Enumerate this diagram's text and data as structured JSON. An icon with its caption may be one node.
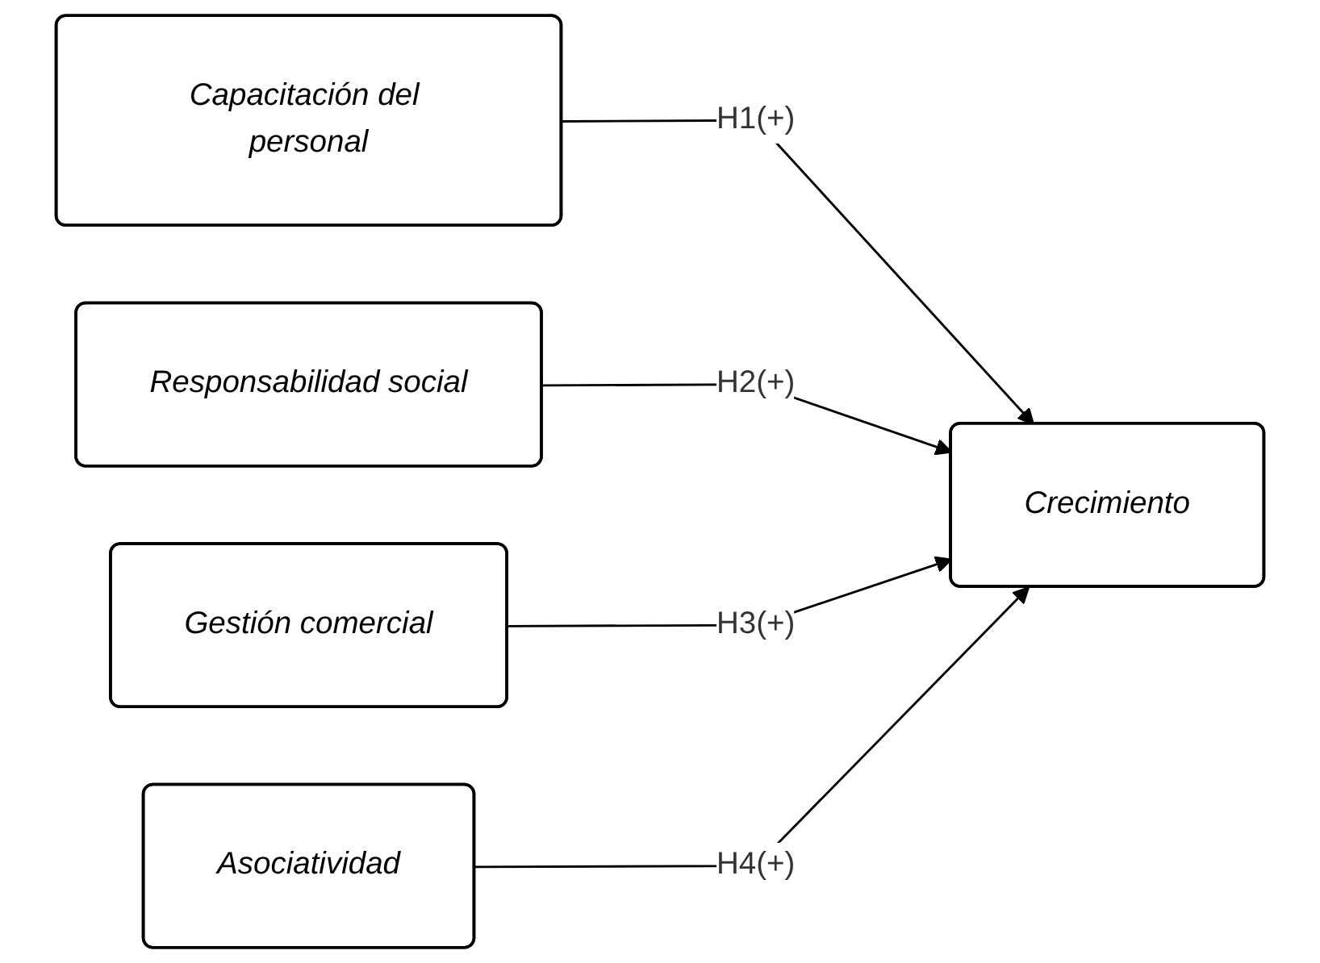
{
  "diagram": {
    "nodes": [
      {
        "text": [
          "Capacitación del personal"
        ]
      },
      {
        "text": [
          "Responsabilidad social"
        ]
      },
      {
        "text": [
          "Gestión comercial"
        ]
      },
      {
        "text": [
          "Asociatividad"
        ]
      },
      {
        "text": [
          "Crecimiento"
        ]
      }
    ],
    "edges": [
      {
        "from": 0,
        "to": 4,
        "arrow": "to",
        "label": "H1(+)"
      },
      {
        "from": 1,
        "to": 4,
        "arrow": "to",
        "label": "H2(+)"
      },
      {
        "from": 2,
        "to": 4,
        "arrow": "to",
        "label": "H3(+)"
      },
      {
        "from": 3,
        "to": 4,
        "arrow": "to",
        "label": "H4(+)"
      }
    ]
  }
}
